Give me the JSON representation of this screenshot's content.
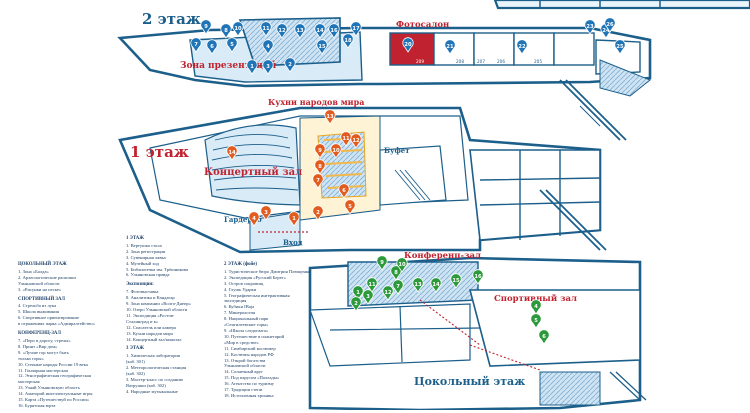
{
  "floors": {
    "floor2": "2 этаж",
    "floor1": "1 этаж",
    "basement": "Цокольный этаж"
  },
  "rooms": {
    "presentation_zone": "Зона презентаций",
    "photo_salon": "Фотосалон",
    "cuisines": "Кухни народов мира",
    "buffet": "Буфет",
    "concert_hall": "Концертный зал",
    "wardrobe": "Гардероб",
    "entrance": "Вход",
    "conference_hall": "Конференц-зал",
    "sports_hall": "Спортивный зал"
  },
  "room_numbers": [
    "205",
    "206",
    "207",
    "208",
    "209"
  ],
  "markers_floor2": [
    "1",
    "2",
    "3",
    "4",
    "5",
    "6",
    "7",
    "8",
    "9",
    "10",
    "11",
    "12",
    "13",
    "14",
    "15",
    "16",
    "17",
    "18",
    "20",
    "21",
    "22",
    "23",
    "24",
    "25",
    "26"
  ],
  "markers_floor1": [
    "1",
    "2",
    "3",
    "4",
    "5",
    "6",
    "7",
    "8",
    "9",
    "10",
    "11",
    "12",
    "13",
    "14"
  ],
  "markers_basement": [
    "1",
    "2",
    "3",
    "4",
    "5",
    "6",
    "7",
    "8",
    "9",
    "10",
    "11",
    "12",
    "13",
    "14",
    "15",
    "16"
  ],
  "legend": {
    "basement_title": "ЦОКОЛЬНЫЙ ЭТАЖ",
    "basement_items": [
      "1. Зона «Балда»",
      "2. Археологические раскопки",
      "Ульяновской области",
      "3. «Рисунки на песке»"
    ],
    "sports_title": "СПОРТИВНЫЙ ЗАЛ",
    "sports_items": [
      "4. Стрельба из лука",
      "5. Школа выживания",
      "6. Спортивное ориентирование",
      "в отражениях парка «Адмиралтейство»"
    ],
    "conf_title": "КОНФЕРЕНЦ-ЗАЛ",
    "conf_items": [
      "7. «Перо в дорогу, стрелы»",
      "8. Принт «Вир дом»",
      "9. «Лучше гор могут быть",
      "только горы»",
      "10. Степные народы России 19 века",
      "11. Гончарная мастерская",
      "12. Этнографическая географическая",
      "мастерская",
      "13. Узнай Ульяновскую область",
      "14. Аматорий интеллектуальные игры",
      "15. Карта «Путешествуй по России»",
      "16. Бурятская юрта"
    ],
    "floor1_title": "1 ЭТАЖ",
    "floor1_items": [
      "1. Вертушка стола",
      "2. Зона регистрации",
      "3. Сувенирная лавка",
      "4. Музейный ход",
      "5. Библиотечка им. Трёшникова",
      "6. Ульяновская правда"
    ],
    "expo_title": "Экспозиции:",
    "expo_items": [
      "7. Фотовыставка",
      "8. Аналитика и Кандагар",
      "9. Зона компании «Волга-Днепр»",
      "10. Озеро Ульяновской области",
      "11. Экспедиция «Ростов-",
      "Сталинград и к»",
      "12. Спасатель или камера",
      "13. Кухни народов мира",
      "14. Концертный зал/кинозал"
    ],
    "floor3_title": "3 ЭТАЖ",
    "floor3_items": [
      "1. Химическая лаборатория",
      "(каб. 301)",
      "2. Метеорологическая станция",
      "(каб. 302)",
      "3. Мастер-класс по созданию",
      "Ватрушки (каб. 302)",
      "4. Народные музыкальные"
    ],
    "floor2_title": "2 ЭТАЖ (фойе)",
    "floor2_items": [
      "1. Туристическое бюро Дмитрия Плющенко",
      "2. Экспедиция «Русский Берег»",
      "3. Остров сокровищ",
      "4. Глушь Ударки",
      "5. Географическая интерактивная",
      "экспедиция",
      "6. Кубики IBaja",
      "7. Минералогия",
      "8. Национальный парк",
      "«Сенгилеевские горы»",
      "9. «Школа следопыта»",
      "10. Путешествие в планетарий",
      "«Мир в средстве»",
      "11. Симбирский костюмер",
      "12. Костюмы народов РФ",
      "13. Открой богатства",
      "Ульяновской области",
      "14. Солнечный круг",
      "15. Под парусом «Паллады»",
      "16. Агентство по туризму",
      "17. Традиции степи",
      "18. Истопленная хроника"
    ]
  }
}
